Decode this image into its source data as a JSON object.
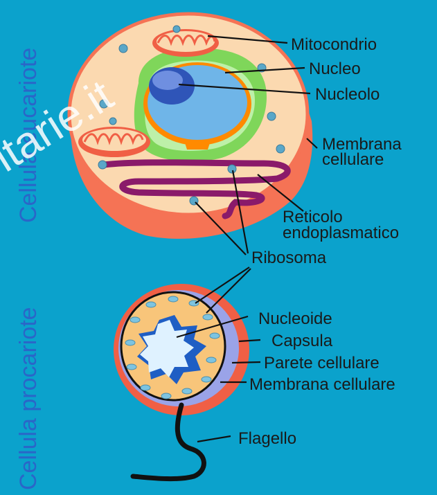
{
  "side_labels": {
    "eukaryote": "Cellula eucariote",
    "prokaryote": "Cellula procariote"
  },
  "watermark": "itarie.it",
  "eukaryote_labels": {
    "mitochondrion": "Mitocondrio",
    "nucleus": "Nucleo",
    "nucleolus": "Nucleolo",
    "membrane_line1": "Membrana",
    "membrane_line2": "cellulare",
    "er_line1": "Reticolo",
    "er_line2": "endoplasmatico"
  },
  "shared_labels": {
    "ribosome": "Ribosoma"
  },
  "prokaryote_labels": {
    "nucleoid": "Nucleoide",
    "capsule": "Capsula",
    "cell_wall": "Parete cellulare",
    "cell_membrane": "Membrana cellulare",
    "flagellum": "Flagello"
  },
  "colors": {
    "background": "#0ba2cc",
    "cytoplasm": "#fbd9b0",
    "membrane": "#f57355",
    "membrane_dark": "#e8553a",
    "nucleus": "#6fb5e8",
    "nucleolus": "#2f55b8",
    "nuclear_envelope": "#ff8a00",
    "golgi_green": "#7fd65a",
    "er": "#8a1a6a",
    "ribosome": "#5aa7c8",
    "prok_capsule": "#f05f45",
    "prok_wall": "#9aa3e8",
    "prok_cytoplasm": "#f8c57a",
    "nucleoid_dark": "#1f5ec4",
    "nucleoid_light": "#dff2ff",
    "side_text": "#2a66c8"
  }
}
